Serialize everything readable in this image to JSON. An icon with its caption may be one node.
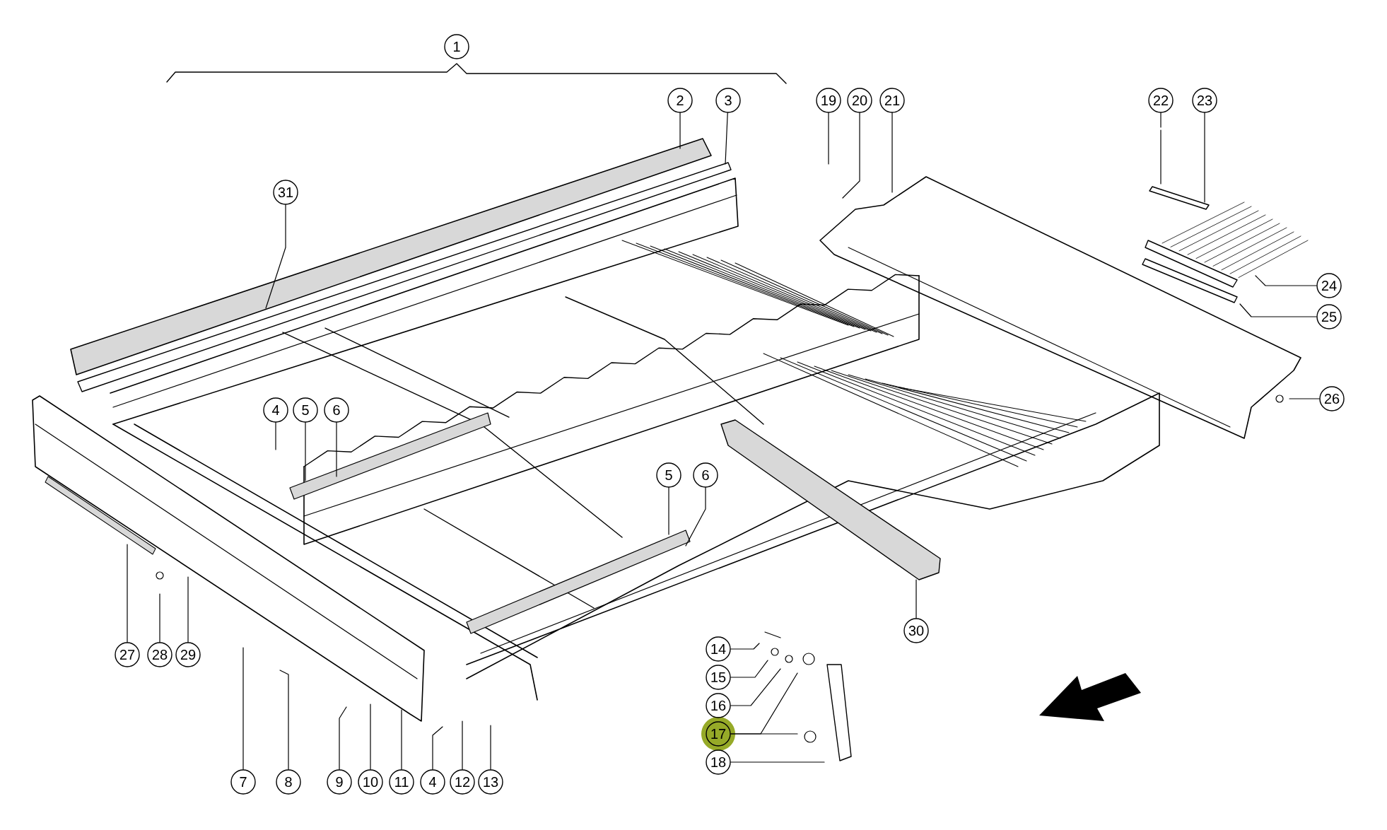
{
  "diagram": {
    "nodes": [
      {
        "text": [
          "1"
        ]
      },
      {
        "text": [
          "2"
        ]
      },
      {
        "text": [
          "3"
        ]
      },
      {
        "text": [
          "31"
        ]
      },
      {
        "text": [
          "4"
        ]
      },
      {
        "text": [
          "5"
        ]
      },
      {
        "text": [
          "6"
        ]
      },
      {
        "text": [
          "5"
        ]
      },
      {
        "text": [
          "6"
        ]
      },
      {
        "text": [
          "19"
        ]
      },
      {
        "text": [
          "20"
        ]
      },
      {
        "text": [
          "21"
        ]
      },
      {
        "text": [
          "22"
        ]
      },
      {
        "text": [
          "23"
        ]
      },
      {
        "text": [
          "24"
        ]
      },
      {
        "text": [
          "25"
        ]
      },
      {
        "text": [
          "26"
        ]
      },
      {
        "text": [
          "27"
        ]
      },
      {
        "text": [
          "28"
        ]
      },
      {
        "text": [
          "29"
        ]
      },
      {
        "text": [
          "7"
        ]
      },
      {
        "text": [
          "8"
        ]
      },
      {
        "text": [
          "9"
        ]
      },
      {
        "text": [
          "10"
        ]
      },
      {
        "text": [
          "11"
        ]
      },
      {
        "text": [
          "4"
        ]
      },
      {
        "text": [
          "12"
        ]
      },
      {
        "text": [
          "13"
        ]
      },
      {
        "text": [
          "14"
        ]
      },
      {
        "text": [
          "15"
        ]
      },
      {
        "text": [
          "16"
        ]
      },
      {
        "text": [
          "17"
        ]
      },
      {
        "text": [
          "18"
        ]
      },
      {
        "text": [
          "30"
        ]
      }
    ],
    "edges": [
      {
        "from": 1,
        "to": null,
        "arrow": "none"
      },
      {
        "from": 2,
        "to": null,
        "arrow": "none"
      },
      {
        "from": 3,
        "to": null,
        "arrow": "none"
      },
      {
        "from": 4,
        "to": null,
        "arrow": "none"
      },
      {
        "from": 5,
        "to": null,
        "arrow": "none"
      },
      {
        "from": 6,
        "to": null,
        "arrow": "none"
      },
      {
        "from": 7,
        "to": null,
        "arrow": "none"
      },
      {
        "from": 8,
        "to": null,
        "arrow": "none"
      },
      {
        "from": 9,
        "to": null,
        "arrow": "none"
      },
      {
        "from": 10,
        "to": null,
        "arrow": "none"
      },
      {
        "from": 11,
        "to": null,
        "arrow": "none"
      },
      {
        "from": 12,
        "to": null,
        "arrow": "none"
      },
      {
        "from": 13,
        "to": null,
        "arrow": "none"
      },
      {
        "from": 14,
        "to": null,
        "arrow": "none"
      },
      {
        "from": 15,
        "to": null,
        "arrow": "none"
      },
      {
        "from": 16,
        "to": null,
        "arrow": "none"
      },
      {
        "from": 17,
        "to": null,
        "arrow": "none"
      },
      {
        "from": 18,
        "to": null,
        "arrow": "none"
      },
      {
        "from": 19,
        "to": null,
        "arrow": "none"
      },
      {
        "from": 20,
        "to": null,
        "arrow": "none"
      },
      {
        "from": 21,
        "to": null,
        "arrow": "none"
      },
      {
        "from": 22,
        "to": null,
        "arrow": "none"
      },
      {
        "from": 23,
        "to": null,
        "arrow": "none"
      },
      {
        "from": 24,
        "to": null,
        "arrow": "none"
      },
      {
        "from": 25,
        "to": null,
        "arrow": "none"
      },
      {
        "from": 26,
        "to": null,
        "arrow": "none"
      },
      {
        "from": 27,
        "to": null,
        "arrow": "none"
      },
      {
        "from": 28,
        "to": null,
        "arrow": "none"
      },
      {
        "from": 29,
        "to": null,
        "arrow": "none"
      },
      {
        "from": 30,
        "to": null,
        "arrow": "none"
      },
      {
        "from": 31,
        "to": null,
        "arrow": "none"
      },
      {
        "from": 31,
        "to": null,
        "arrow": "none"
      },
      {
        "from": 32,
        "to": null,
        "arrow": "none"
      },
      {
        "from": 33,
        "to": null,
        "arrow": "none"
      }
    ]
  }
}
